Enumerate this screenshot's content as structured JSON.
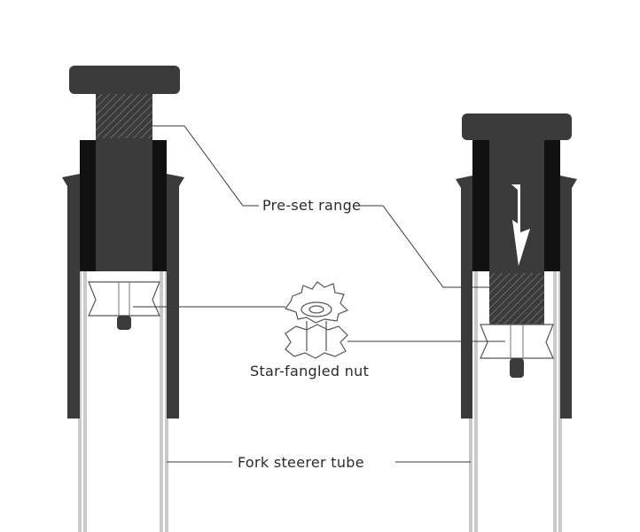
{
  "labels": {
    "preset_range": "Pre-set range",
    "star_nut": "Star-fangled nut",
    "steerer_tube": "Fork steerer tube"
  },
  "colors": {
    "housing": "#3b3b3b",
    "spacer": "#111111",
    "tube": "#c9c9c9",
    "hatch": "#5a5a5a"
  }
}
